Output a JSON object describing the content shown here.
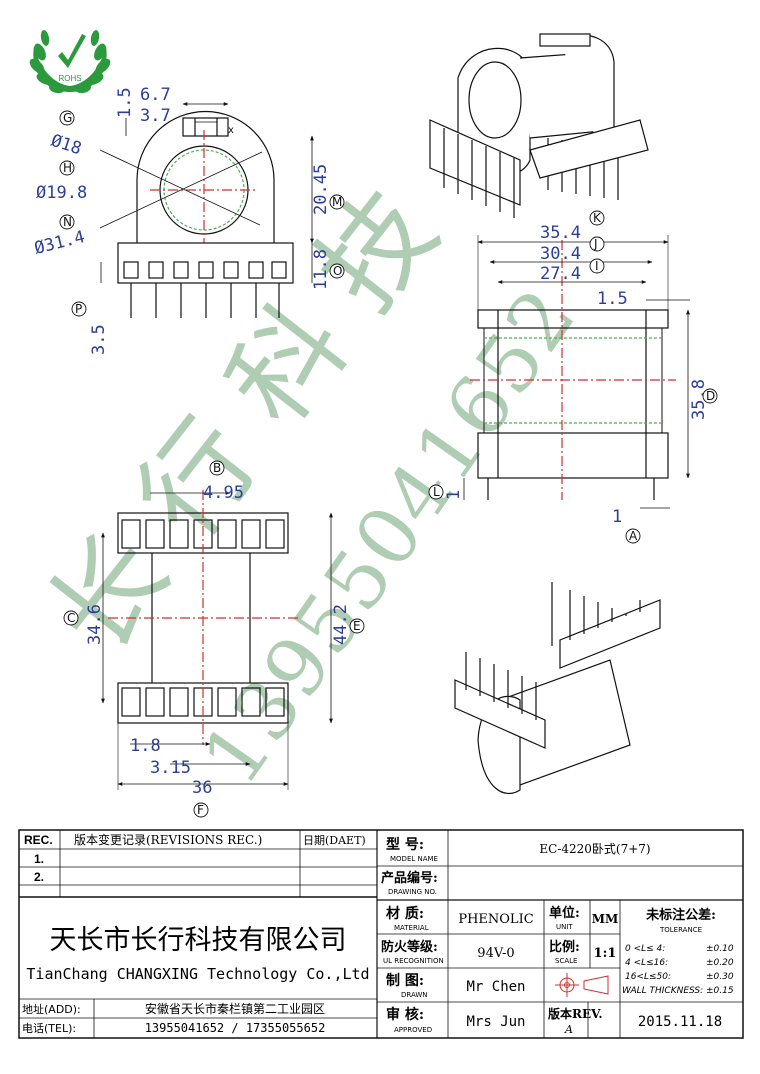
{
  "logo": {
    "text": "ROHS"
  },
  "watermark": {
    "company": "长 行 科 技",
    "phone": "13955041652"
  },
  "front_view": {
    "dims": {
      "d_6_7": "6.7",
      "d_3_7": "3.7",
      "d_1_5": "1.5",
      "d_18": "Ø18",
      "d_19_8": "Ø19.8",
      "d_31_4": "Ø31.4",
      "d_20_45": "20.45",
      "d_11_8": "11.8",
      "d_3_5": "3.5"
    },
    "tags": {
      "G": "G",
      "H": "H",
      "N": "N",
      "M": "M",
      "O": "O",
      "P": "P"
    },
    "mark_x": "x"
  },
  "side_view": {
    "dims": {
      "d_35_4": "35.4",
      "d_30_4": "30.4",
      "d_27_4": "27.4",
      "d_1_5": "1.5",
      "d_35_8": "35.8",
      "d_1_l": "1",
      "d_1_a": "1"
    },
    "tags": {
      "K": "K",
      "J": "J",
      "I": "I",
      "D": "D",
      "L": "L",
      "A": "A"
    }
  },
  "bottom_view": {
    "dims": {
      "d_4_95": "4.95",
      "d_34_6": "34.6",
      "d_44_2": "44.2",
      "d_1_8": "1.8",
      "d_3_15": "3.15",
      "d_36": "36"
    },
    "tags": {
      "B": "B",
      "C": "C",
      "E": "E",
      "F": "F"
    }
  },
  "title_block": {
    "rev_header": "REC.",
    "rev_desc_header": "版本变更记录(REVISIONS REC.)",
    "rev_date_header": "日期(DAET)",
    "rev_rows": [
      "1.",
      "2."
    ],
    "model_label_cn": "型  号:",
    "model_label_en": "MODEL NAME",
    "model_value": "EC-4220卧式(7+7)",
    "drawing_label_cn": "产品编号:",
    "drawing_label_en": "DRAWING NO.",
    "drawing_value": "",
    "company_cn": "天长市长行科技有限公司",
    "company_en": "TianChang CHANGXING Technology Co.,Ltd",
    "material_label_cn": "材  质:",
    "material_label_en": "MATERIAL",
    "material_value": "PHENOLIC",
    "unit_label_cn": "单位:",
    "unit_label_en": "UNIT",
    "unit_value": "MM",
    "tol_title": "未标注公差:",
    "tol_sub": "TOLERANCE",
    "tol_rows": [
      {
        "range": "0 <L≤ 4:",
        "value": "±0.10"
      },
      {
        "range": "4 <L≤16:",
        "value": "±0.20"
      },
      {
        "range": "16<L≤50:",
        "value": "±0.30"
      },
      {
        "range": "WALL THICKNESS:",
        "value": "±0.15"
      }
    ],
    "ul_label_cn": "防火等级:",
    "ul_label_en": "UL RECOGNITION",
    "ul_value": "94V-0",
    "scale_label_cn": "比例:",
    "scale_label_en": "SCALE",
    "scale_value": "1:1",
    "drawn_label_cn": "制  图:",
    "drawn_label_en": "DRAWN",
    "drawn_value": "Mr Chen",
    "approved_label_cn": "审  核:",
    "approved_label_en": "APPROVED",
    "approved_value": "Mrs Jun",
    "version_label": "版本REV.",
    "version_value": "A",
    "date_value": "2015.11.18",
    "address_label": "地址(ADD):",
    "address_value": "安徽省天长市秦栏镇第二工业园区",
    "tel_label": "电话(TEL):",
    "tel_value": "13955041652 / 17355055652"
  }
}
